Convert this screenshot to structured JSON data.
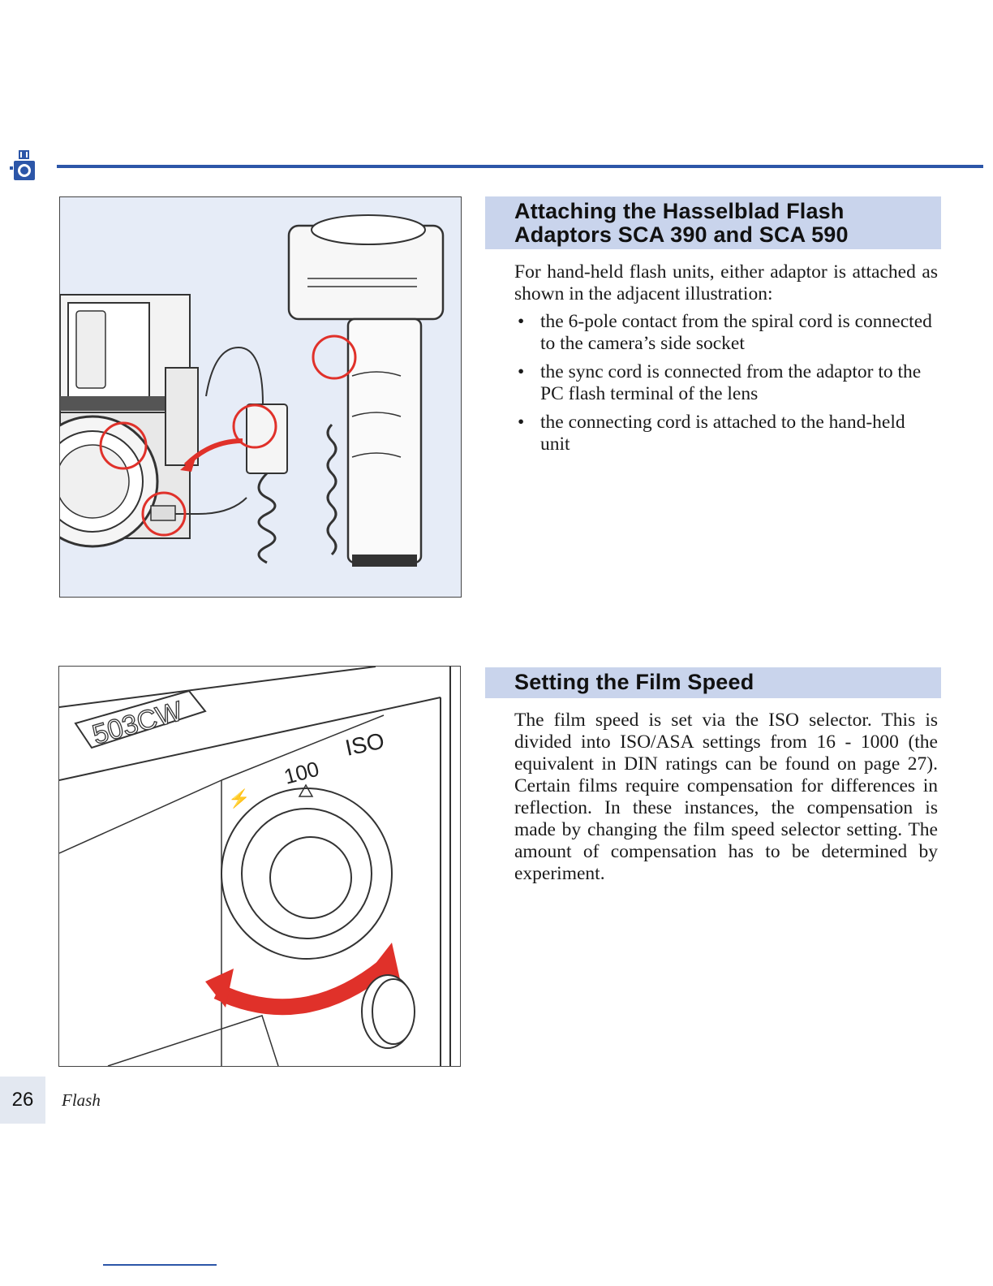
{
  "header": {
    "icon": "hasselblad-camera-icon",
    "accent_color": "#2c56a8"
  },
  "section1": {
    "heading_line1": "Attaching the Hasselblad Flash",
    "heading_line2": "Adaptors SCA 390 and SCA 590",
    "intro": "For hand-held flash units, either adaptor is attached as shown in the adjacent illustration:",
    "bullets": [
      "the 6-pole contact from the spiral cord is connected to the camera’s side socket",
      "the sync cord is connected from the adaptor to the PC flash terminal of the lens",
      "the connecting cord is attached to the hand-held unit"
    ],
    "highlight_color": "#e0312a"
  },
  "section2": {
    "heading": "Setting the Film Speed",
    "body": "The film speed is set via the ISO selector. This is divided into ISO/ASA settings from 16 - 1000 (the equivalent in DIN ratings can be found on page 27). Certain films require compensation for differences in reflection. In these instances, the compensation is made by changing the film speed selector setting. The amount of compensation has to be determined by experiment.",
    "figure": {
      "model_label": "503CW",
      "iso_label": "ISO",
      "dial_value": "100",
      "arrow_color": "#e0312a"
    }
  },
  "footer": {
    "page_number": "26",
    "section_label": "Flash"
  }
}
